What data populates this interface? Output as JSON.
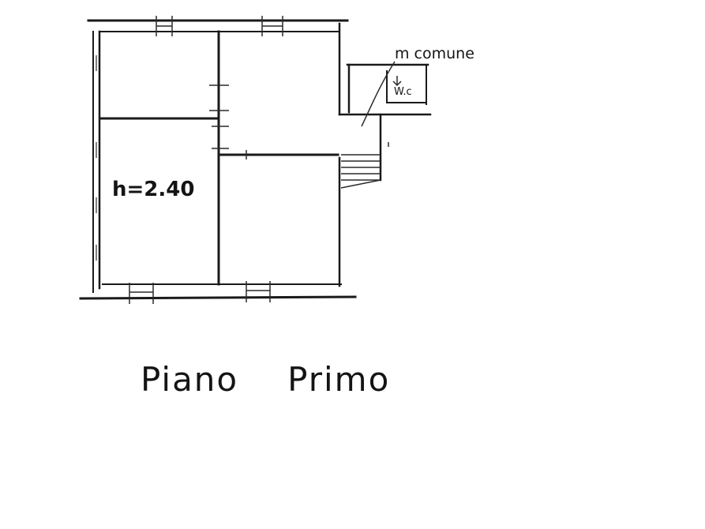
{
  "floor_plan": {
    "title_word_1": "Piano",
    "title_word_2": "Primo",
    "height_label": "h=2.40",
    "common_label": "m comune",
    "wc_label": "W.c"
  },
  "colors": {
    "ink": "#1a1a1a",
    "paper": "#ffffff"
  }
}
